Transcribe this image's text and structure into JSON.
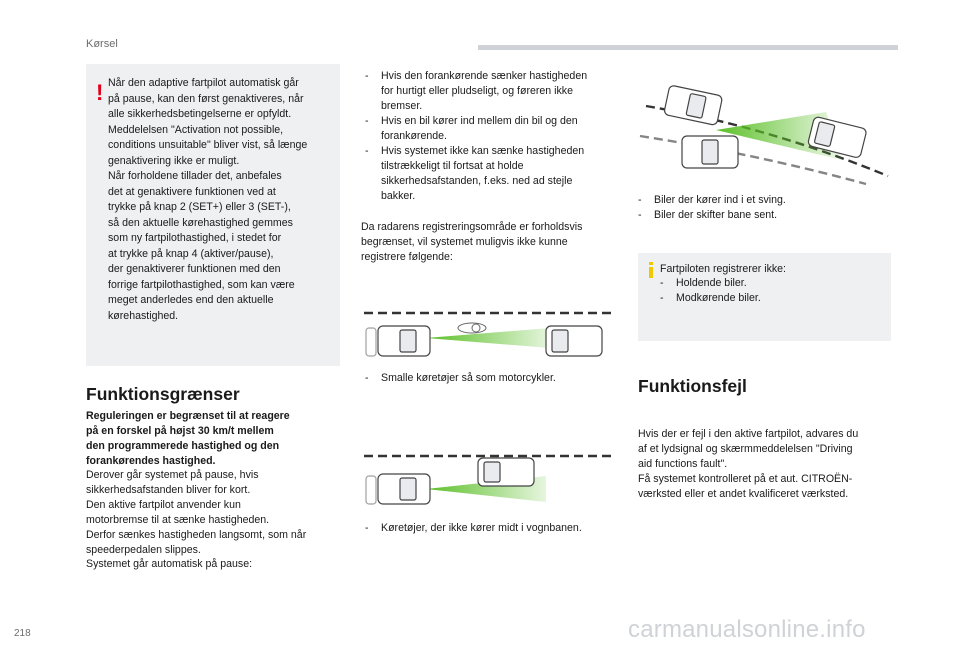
{
  "header": {
    "section": "Kørsel"
  },
  "warning_note": "Når den adaptive fartpilot automatisk går\npå pause, kan den først genaktiveres, når\nalle sikkerhedsbetingelserne er opfyldt.\nMeddelelsen \"Activation not possible,\nconditions unsuitable\" bliver vist, så længe\ngenaktivering ikke er muligt.\nNår forholdene tillader det, anbefales\ndet at genaktivere funktionen ved at\ntrykke på knap 2 (SET+) eller 3 (SET-),\nså den aktuelle kørehastighed gemmes\nsom ny fartpilothastighed, i stedet for\nat trykke på knap 4 (aktiver/pause),\nder genaktiverer funktionen med den\nforrige fartpilothastighed, som kan være\nmeget anderledes end den aktuelle\nkørehastighed.",
  "limits": {
    "title": "Funktionsgrænser",
    "intro_bold": "Reguleringen er begrænset til at reagere\npå en forskel på højst 30 km/t mellem\nden programmerede hastighed og den\nforankørendes hastighed.",
    "body": "Derover går systemet på pause, hvis\nsikkerhedsafstanden bliver for kort.\nDen aktive fartpilot anvender kun\nmotorbremse til at sænke hastigheden.\nDerfor sænkes hastigheden langsomt, som når\nspeederpedalen slippes.\nSystemet går automatisk på pause:"
  },
  "pause_cases": [
    "Hvis den forankørende sænker hastigheden\nfor hurtigt eller pludseligt, og føreren ikke\nbremser.",
    "Hvis en bil kører ind mellem din bil og den\nforankørende.",
    "Hvis systemet ikke kan sænke hastigheden\ntilstrækkeligt til fortsat at holde\nsikkerhedsafstanden, f.eks. ned ad stejle\nbakker."
  ],
  "radar_text": "Da radarens registreringsområde er forholdsvis\nbegrænset, vil systemet muligvis ikke kunne\nregistrere følgende:",
  "case_motorcycles": "Smalle køretøjer så som motorcykler.",
  "case_offcenter": "Køretøjer, der ikke kører midt i vognbanen.",
  "case_curve_lane": [
    "Biler der kører ind i et sving.",
    "Biler der skifter bane sent."
  ],
  "info_note": {
    "lead": "Fartpiloten registrerer ikke:",
    "items": [
      "Holdende biler.",
      "Modkørende biler."
    ]
  },
  "faults": {
    "title": "Funktionsfejl",
    "body": "Hvis der er fejl i den aktive fartpilot, advares du\naf et lydsignal og skærmmeddelelsen \"Driving\naid functions fault\".\nFå systemet kontrolleret på et aut. CITROËN-\nværksted eller et andet kvalificeret værksted."
  },
  "footer": {
    "page_number": "218",
    "watermark": "carmanualsonline.info"
  },
  "colors": {
    "warning": "#e2001a",
    "info": "#f0c800",
    "radar_green": "#5bbf27",
    "box_bg": "#eef0f2"
  }
}
